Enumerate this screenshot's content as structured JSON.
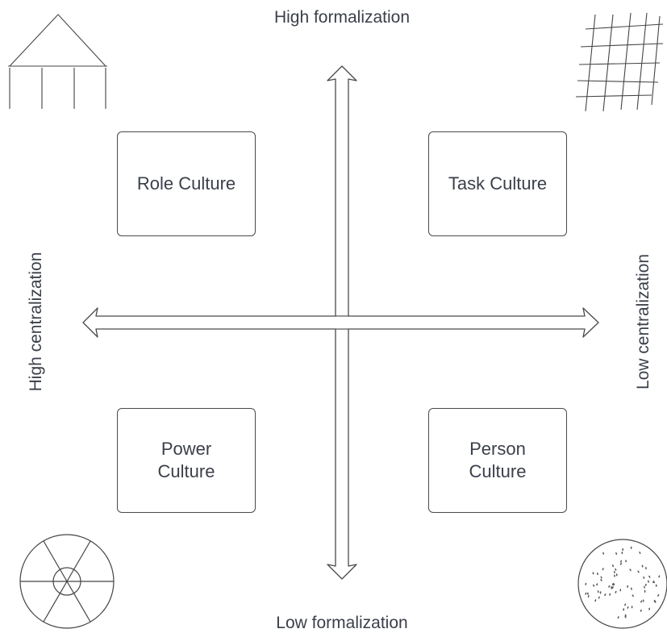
{
  "axes": {
    "top": "High formalization",
    "bottom": "Low formalization",
    "left": "High centralization",
    "right": "Low centralization"
  },
  "quadrants": {
    "top_left": {
      "line1": "Role Culture",
      "line2": "",
      "icon": "temple-icon"
    },
    "top_right": {
      "line1": "Task Culture",
      "line2": "",
      "icon": "net-grid-icon"
    },
    "bottom_left": {
      "line1": "Power",
      "line2": "Culture",
      "icon": "web-wheel-icon"
    },
    "bottom_right": {
      "line1": "Person",
      "line2": "Culture",
      "icon": "dotted-circle-icon"
    }
  },
  "colors": {
    "line": "#4a4a4a",
    "text": "#3b3f4a"
  }
}
